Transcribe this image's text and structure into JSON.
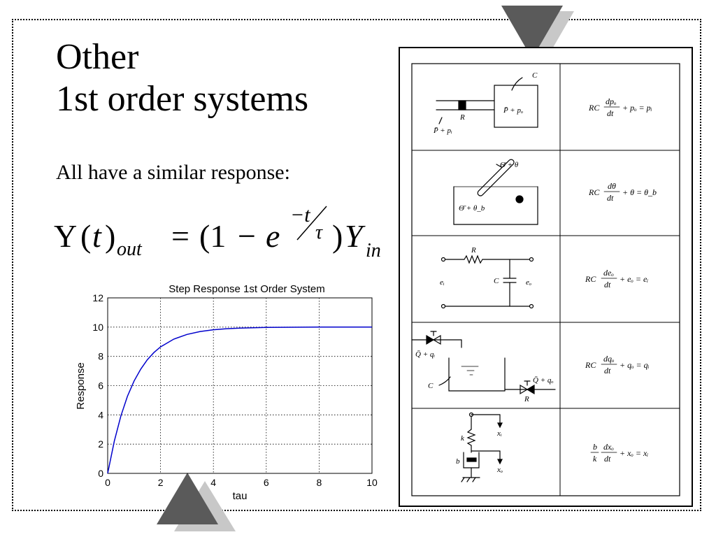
{
  "slide": {
    "title_line1": "Other",
    "title_line2": "1st order systems",
    "subtitle": "All have a similar response:"
  },
  "equation": {
    "lhs_symbol": "Y",
    "lhs_open": "(",
    "lhs_var": "t",
    "lhs_close": ")",
    "lhs_sub": "out",
    "equals": "=",
    "paren_open": "(1",
    "minus": "−",
    "base": "e",
    "exp_num": "−t",
    "exp_den": "τ",
    "paren_close": ")",
    "rhs_symbol": "Y",
    "rhs_sub": "in"
  },
  "chart_data": {
    "type": "line",
    "title": "Step Response 1st Order System",
    "xlabel": "tau",
    "ylabel": "Response",
    "xlim": [
      0,
      10
    ],
    "ylim": [
      0,
      12
    ],
    "xticks": [
      "0",
      "2",
      "4",
      "6",
      "8",
      "10"
    ],
    "yticks": [
      "0",
      "2",
      "4",
      "6",
      "8",
      "10",
      "12"
    ],
    "grid": true,
    "line_color": "#0000cc",
    "series": [
      {
        "x": [
          0,
          0.25,
          0.5,
          0.75,
          1,
          1.25,
          1.5,
          1.75,
          2,
          2.5,
          3,
          3.5,
          4,
          4.5,
          5,
          6,
          7,
          8,
          9,
          10
        ],
        "values": [
          0,
          2.21,
          3.93,
          5.28,
          6.32,
          7.13,
          7.77,
          8.26,
          8.65,
          9.18,
          9.5,
          9.7,
          9.82,
          9.89,
          9.93,
          9.98,
          9.99,
          10,
          10,
          10
        ]
      }
    ]
  },
  "systems_table": {
    "rows": [
      {
        "labels": {
          "capacitance": "C",
          "resistance": "R",
          "inlet": "P̄ + pᵢ",
          "tank": "P̄ + pₒ"
        },
        "equation": {
          "prefix": "RC",
          "num": "dpₒ",
          "den": "dt",
          "rest": "+ pₒ = pᵢ"
        }
      },
      {
        "labels": {
          "probe": "Θ̄ + θ",
          "bath": "Θ̄ + θ_b"
        },
        "equation": {
          "prefix": "RC",
          "num": "dθ",
          "den": "dt",
          "rest": "+ θ = θ_b"
        }
      },
      {
        "labels": {
          "resistor": "R",
          "capacitor": "C",
          "input": "eᵢ",
          "output": "eₒ"
        },
        "equation": {
          "prefix": "RC",
          "num": "deₒ",
          "den": "dt",
          "rest": "+ eₒ = eᵢ"
        }
      },
      {
        "labels": {
          "inflow": "Q̄ + qᵢ",
          "outflow": "Q̄ + qₒ",
          "capacitance": "C",
          "valve": "R"
        },
        "equation": {
          "prefix": "RC",
          "num": "dqₒ",
          "den": "dt",
          "rest": "+ qₒ = qᵢ"
        }
      },
      {
        "labels": {
          "input_disp": "xᵢ",
          "output_disp": "xₒ",
          "spring": "k",
          "damper": "b"
        },
        "equation": {
          "coef_num": "b",
          "coef_den": "k",
          "num": "dxₒ",
          "den": "dt",
          "rest": "+ xₒ = xᵢ"
        }
      }
    ]
  },
  "colors": {
    "triangle_dark": "#5a5a5a",
    "triangle_light": "#c8c8c8"
  }
}
